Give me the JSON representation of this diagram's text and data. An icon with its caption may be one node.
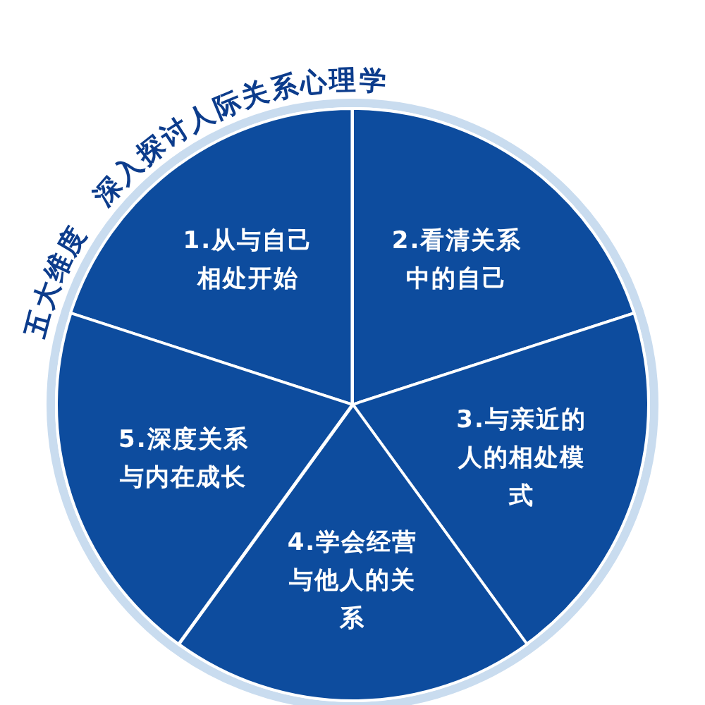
{
  "diagram": {
    "title": "五大维度 深入探讨人际关系心理学",
    "nodes": [
      {
        "text": [
          "1.从与自己相处开始"
        ]
      },
      {
        "text": [
          "2.看清关系中的自己"
        ]
      },
      {
        "text": [
          "3.与亲近的人的相处模式"
        ]
      },
      {
        "text": [
          "4.学会经营与他人的关系"
        ]
      },
      {
        "text": [
          "5.深度关系与内在成长"
        ]
      }
    ]
  }
}
